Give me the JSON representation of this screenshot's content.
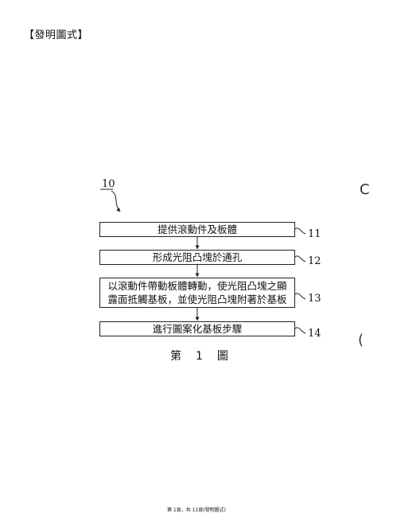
{
  "document": {
    "section_heading": "【發明圖式】",
    "footer": "第 1頁，共 11頁(發明圖式)"
  },
  "figure": {
    "reference_numeral": "10",
    "caption": "第　1　圖",
    "steps": [
      {
        "ref": "11",
        "lines": [
          "提供滾動件及板體"
        ]
      },
      {
        "ref": "12",
        "lines": [
          "形成光阻凸塊於通孔"
        ]
      },
      {
        "ref": "13",
        "lines": [
          "以滾動件帶動板體轉動，使光阻凸塊之顯",
          "露面抵觸基板，並使光阻凸塊附著於基板"
        ]
      },
      {
        "ref": "14",
        "lines": [
          "進行圖案化基板步驟"
        ]
      }
    ]
  },
  "margin_marks": {
    "top": "C",
    "bottom": "("
  }
}
